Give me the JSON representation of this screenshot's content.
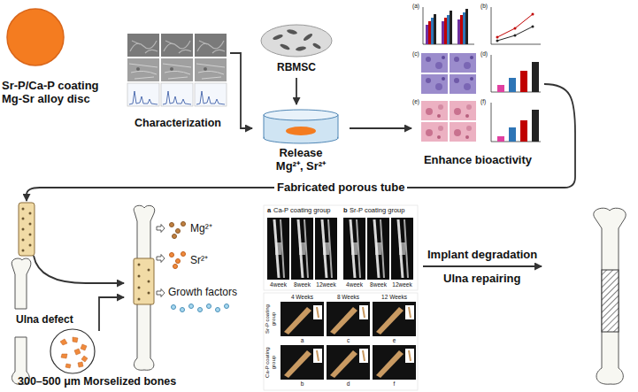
{
  "diagram": {
    "nodes": [
      {
        "text": [
          "Sr-P/Ca-P coating Mg-Sr alloy disc"
        ]
      },
      {
        "text": [
          "Characterization"
        ]
      },
      {
        "text": [
          "RBMSC"
        ]
      },
      {
        "text": [
          "Release Mg²⁺, Sr²⁺"
        ]
      },
      {
        "text": [
          "(a)",
          "(b)",
          "(c)",
          "(d)",
          "(e)",
          "(f)",
          "Enhance bioactivity"
        ]
      },
      {
        "text": [
          "Ulna defect"
        ]
      },
      {
        "text": [
          "300–500 μm Morselized bones"
        ]
      },
      {
        "text": [
          "Mg²⁺",
          "Sr²⁺",
          "Growth factors"
        ]
      },
      {
        "text": [
          "a",
          "Ca-P coating group",
          "b",
          "Sr-P coating group",
          "4week",
          "8week",
          "12week",
          "4week",
          "8week",
          "12week"
        ]
      },
      {
        "text": [
          "4 Weeks",
          "8 Weeks",
          "12 Weeks",
          "Sr-P coating group",
          "a",
          "c",
          "e",
          "Ca-P coating group",
          "b",
          "d",
          "f"
        ]
      }
    ],
    "edges": [
      {
        "from": 1,
        "to": 3,
        "arrow": "to"
      },
      {
        "from": 2,
        "to": 3,
        "arrow": "to"
      },
      {
        "from": 3,
        "to": 4,
        "arrow": "to"
      },
      {
        "from": 5,
        "to": 7,
        "arrow": "to"
      },
      {
        "from": 6,
        "to": 7,
        "arrow": "to"
      }
    ],
    "labels": [
      "Fabricated porous tube",
      "Implant degradation",
      "Ulna repairing"
    ]
  }
}
